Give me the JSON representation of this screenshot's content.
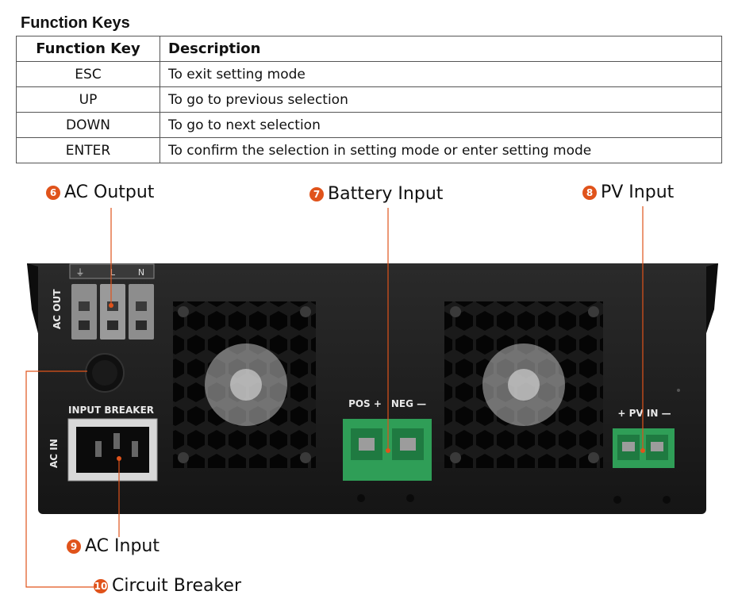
{
  "section_title": "Function Keys",
  "table": {
    "headers": [
      "Function Key",
      "Description"
    ],
    "rows": [
      {
        "key": "ESC",
        "desc": "To exit setting mode"
      },
      {
        "key": "UP",
        "desc": "To go to previous selection"
      },
      {
        "key": "DOWN",
        "desc": "To go to next selection"
      },
      {
        "key": "ENTER",
        "desc": "To confirm the selection in setting mode or enter setting mode"
      }
    ]
  },
  "callouts": [
    {
      "num": "6",
      "label": "AC Output"
    },
    {
      "num": "7",
      "label": "Battery Input"
    },
    {
      "num": "8",
      "label": "PV Input"
    },
    {
      "num": "9",
      "label": "AC Input"
    },
    {
      "num": "10",
      "label": "Circuit Breaker"
    }
  ],
  "panel_labels": {
    "ac_out": "AC OUT",
    "terminal_ground": "⏚",
    "terminal_l": "L",
    "terminal_n": "N",
    "input_breaker": "INPUT BREAKER",
    "ac_in": "AC IN",
    "pos": "POS +",
    "neg": "NEG —",
    "pv_in": "+ PV IN —"
  },
  "colors": {
    "accent": "#e0531b",
    "chassis": "#1c1c1c",
    "terminal_green": "#2f9e57"
  }
}
